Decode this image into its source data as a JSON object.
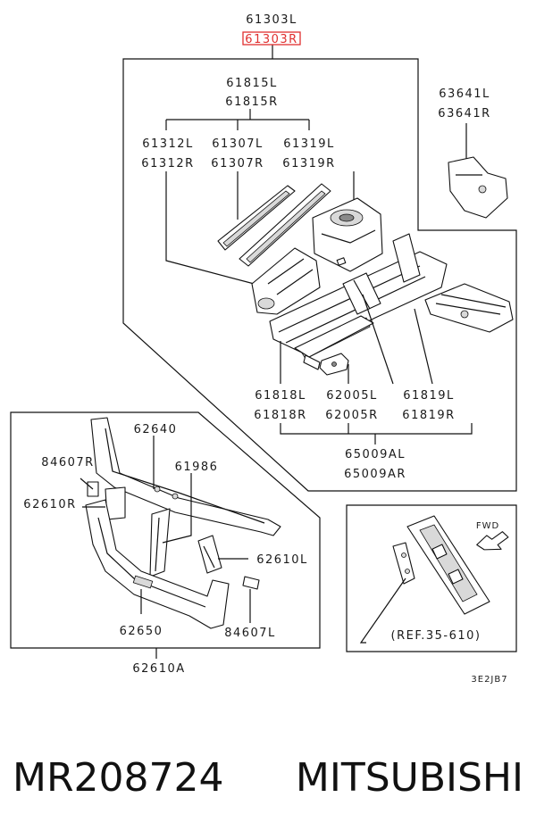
{
  "highlight_color": "#e03030",
  "labels": {
    "top_l": "61303L",
    "top_r": "61303R",
    "p61815l": "61815L",
    "p61815r": "61815R",
    "p63641l": "63641L",
    "p63641r": "63641R",
    "p61312l": "61312L",
    "p61312r": "61312R",
    "p61307l": "61307L",
    "p61307r": "61307R",
    "p61319l": "61319L",
    "p61319r": "61319R",
    "p61818l": "61818L",
    "p61818r": "61818R",
    "p62005l": "62005L",
    "p62005r": "62005R",
    "p61819l": "61819L",
    "p61819r": "61819R",
    "p65009al": "65009AL",
    "p65009ar": "65009AR",
    "p62640": "62640",
    "p84607r": "84607R",
    "p61986": "61986",
    "p62610r": "62610R",
    "p62610l": "62610L",
    "p62650": "62650",
    "p84607l": "84607L",
    "p62610a": "62610A",
    "fwd": "FWD",
    "ref": "(REF.35-610)",
    "code": "3E2JB7"
  },
  "footer": {
    "part_number": "MR208724",
    "brand": "MITSUBISHI"
  }
}
